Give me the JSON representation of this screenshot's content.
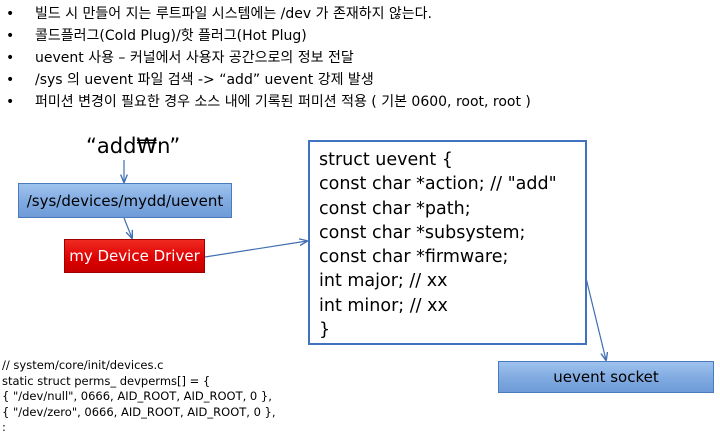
{
  "bullets": [
    "빌드 시 만들어 지는 루트파일 시스템에는 /dev 가 존재하지 않는다.",
    "콜드플러그(Cold Plug)/핫 플러그(Hot Plug)",
    "uevent 사용 – 커널에서 사용자 공간으로의 정보 전달",
    "/sys 의 uevent 파일 검색 -> “add” uevent 강제 발생",
    "퍼미션 변경이 필요한 경우 소스 내에 기록된 퍼미션 적용 ( 기본 0600, root, root )"
  ],
  "bullet_symbol": "•",
  "diagram": {
    "add_label": "“add₩n”",
    "sys_path_box": "/sys/devices/mydd/uevent",
    "driver_box": "my Device Driver",
    "socket_box": "uevent socket",
    "struct_lines": [
      "struct uevent {",
      "const char *action; // \"add\"",
      "const char *path;",
      "const char *subsystem;",
      "const char *firmware;",
      "int major; // xx",
      "int minor; // xx",
      "}"
    ],
    "colors": {
      "blue_box": "#7fa9e0",
      "red_box": "#dc0000",
      "struct_border": "#3f73bf",
      "arrow": "#3f6fb0"
    }
  },
  "code_lines": [
    "// system/core/init/devices.c",
    "static struct perms_ devperms[] = {",
    "{ \"/dev/null\", 0666, AID_ROOT, AID_ROOT, 0 },",
    "{ \"/dev/zero\", 0666, AID_ROOT, AID_ROOT, 0 },",
    ":"
  ]
}
